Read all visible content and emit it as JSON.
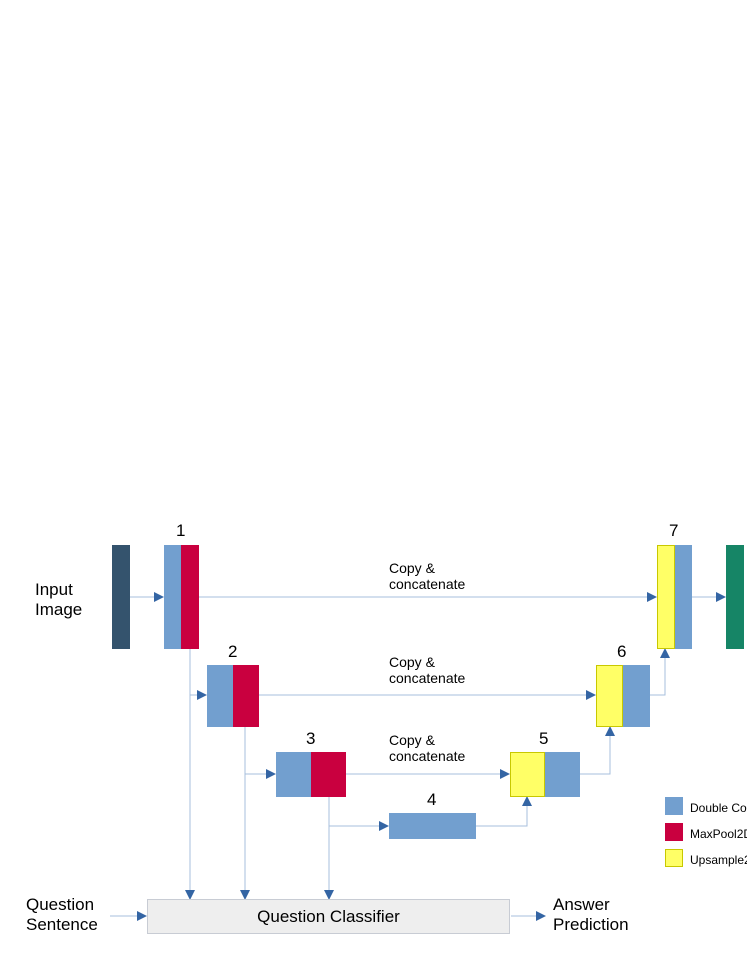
{
  "labels": {
    "input": "Input\nImage",
    "question": "Question\nSentence",
    "answer": "Answer\nPrediction",
    "classifier": "Question Classifier"
  },
  "blocks": {
    "b1": "1",
    "b2": "2",
    "b3": "3",
    "b4": "4",
    "b5": "5",
    "b6": "6",
    "b7": "7"
  },
  "skip_labels": {
    "top": "Copy &\nconcatenate",
    "mid": "Copy &\nconcatenate",
    "low": "Copy &\nconcatenate"
  },
  "legend": [
    {
      "label": "Double Co",
      "color": "#729fcf"
    },
    {
      "label": "MaxPool2D",
      "color": "#c9003f"
    },
    {
      "label": "Upsample2",
      "color": "#ffff66"
    }
  ],
  "colors": {
    "input_bar": "#34536d",
    "output_bar": "#168566",
    "conv": "#729fcf",
    "pool": "#c9003f",
    "upsample": "#ffff66",
    "arrow": "#3465a4",
    "classifier_bg": "#eeeeee"
  }
}
